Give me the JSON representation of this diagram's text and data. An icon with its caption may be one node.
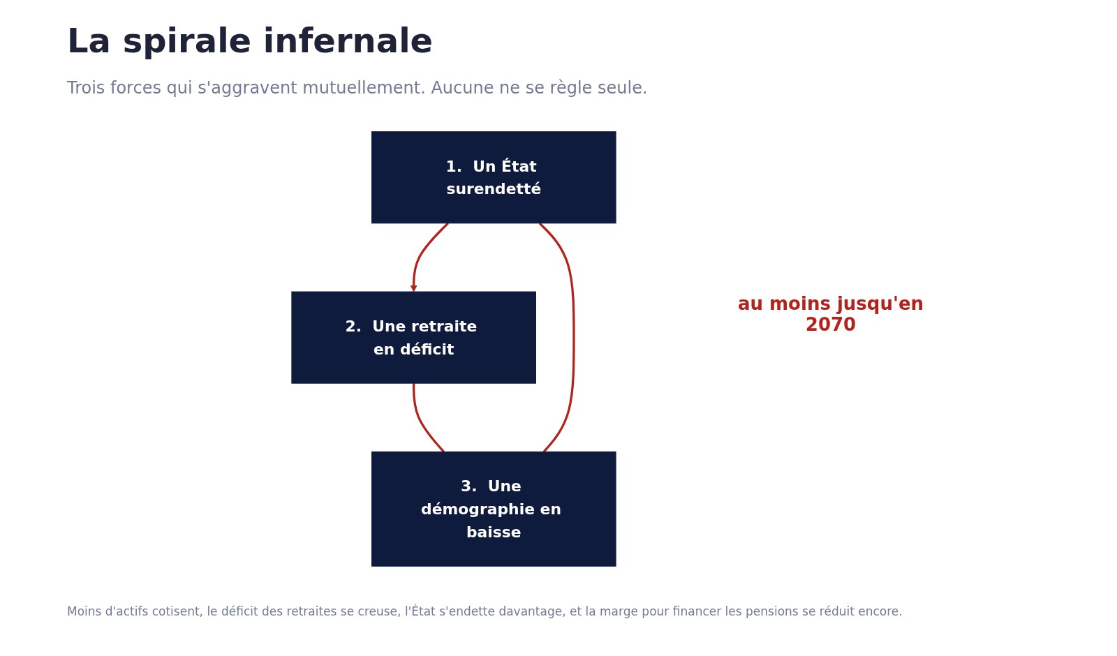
{
  "diagram": {
    "title": "La spirale infernale",
    "caption": "Moins d'actifs cotisent, le déficit des retraites se creuse, l'État s'endette davantage, et la marge pour financer les pensions se réduit encore.",
    "nodes": [
      {
        "text": [
          "1.  Un État surendetté"
        ]
      },
      {
        "text": [
          "2.  Une retraite en déficit"
        ]
      },
      {
        "text": [
          "3.  Une démographie en baisse"
        ]
      }
    ],
    "edges": [
      {
        "from": 0,
        "to": 1,
        "arrow": "to"
      },
      {
        "from": 1,
        "to": 2,
        "arrow": "none"
      },
      {
        "from": 2,
        "to": 0,
        "arrow": "none"
      }
    ],
    "labels": [
      "Trois forces qui s'aggravent mutuellement. Aucune ne se règle seule.",
      "au moins jusqu'en 2070"
    ]
  }
}
